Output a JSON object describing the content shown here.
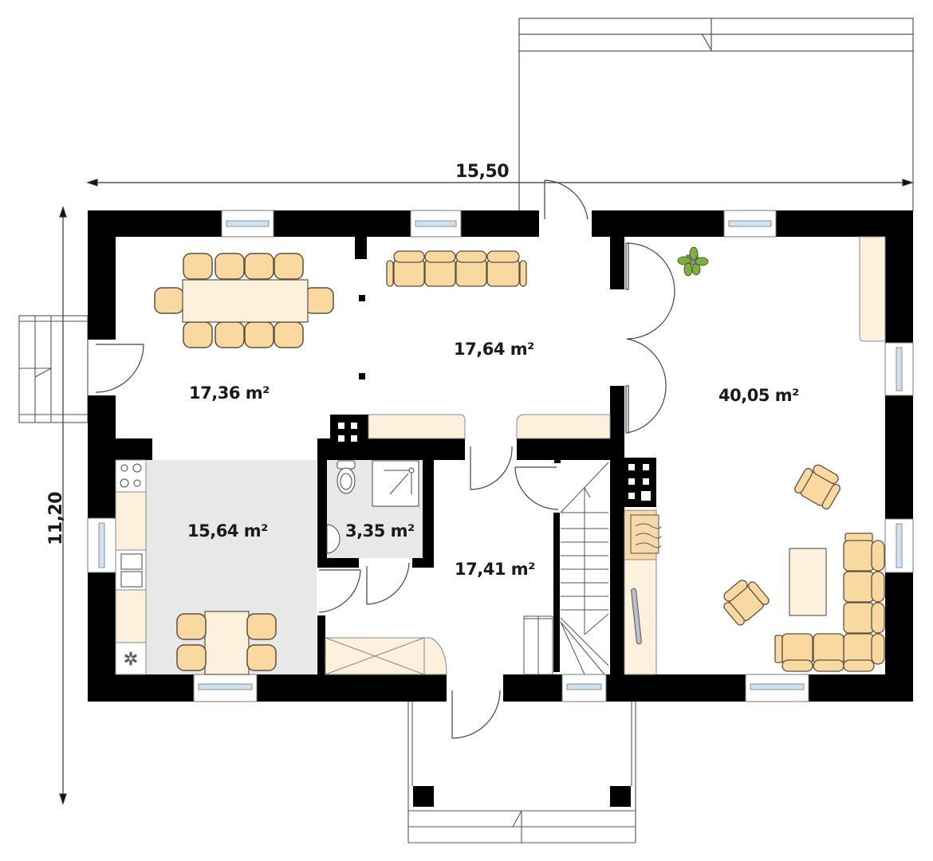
{
  "plan": {
    "type": "ground floor plan",
    "dimensions": {
      "width_label": "15,50",
      "depth_label": "11,20"
    },
    "rooms": [
      {
        "id": "dining",
        "area": "17,36 m²"
      },
      {
        "id": "hall",
        "area": "17,64 m²"
      },
      {
        "id": "living",
        "area": "40,05 m²"
      },
      {
        "id": "kitchen",
        "area": "15,64 m²"
      },
      {
        "id": "bathroom",
        "area": "3,35 m²"
      },
      {
        "id": "entrance-hall",
        "area": "17,41 m²"
      }
    ],
    "colors": {
      "wall": "#000000",
      "furniture": "#fad9a0",
      "furniture_light": "#fdf0dc",
      "kitchen_floor": "#e8e8e8",
      "window_glass": "#cfe2f3",
      "plant": "#7fae3c",
      "outline": "#5a5040"
    }
  }
}
